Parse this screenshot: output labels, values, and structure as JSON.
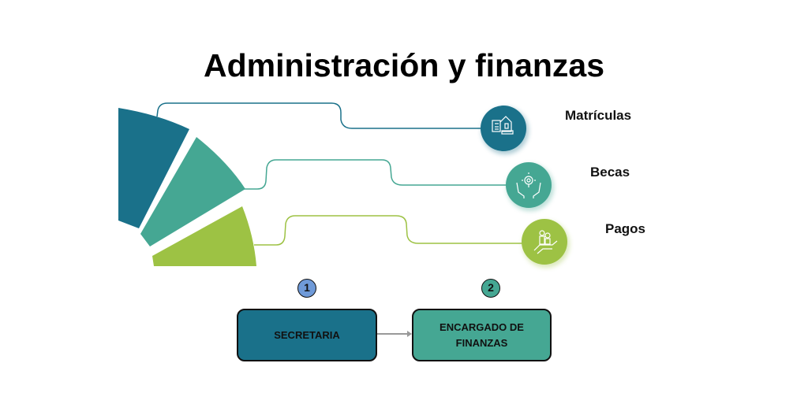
{
  "title": "Administración y finanzas",
  "items": [
    {
      "label": "Matrículas",
      "icon": "enrollment-icon",
      "color": "#1a718a"
    },
    {
      "label": "Becas",
      "icon": "scholarship-icon",
      "color": "#45a793"
    },
    {
      "label": "Pagos",
      "icon": "payment-icon",
      "color": "#9dc244"
    }
  ],
  "flow": [
    {
      "step": "1",
      "label": "SECRETARIA",
      "color": "#1a718a",
      "badge_color": "#6f9ad8"
    },
    {
      "step": "2",
      "label": "ENCARGADO DE FINANZAS",
      "color": "#45a793",
      "badge_color": "#45a793"
    }
  ]
}
